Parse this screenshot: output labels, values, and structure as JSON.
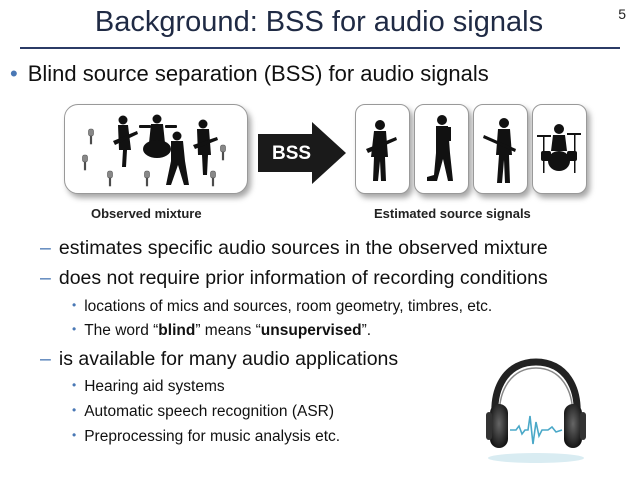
{
  "slide": {
    "title": "Background: BSS for audio signals",
    "number": "5"
  },
  "main_bullet": "Blind source separation (BSS) for audio signals",
  "figure": {
    "arrow_label": "BSS",
    "caption_left": "Observed mixture",
    "caption_right": "Estimated source signals",
    "accent_color": "#1a1a1a"
  },
  "dash_items": [
    "estimates specific audio sources in the observed mixture",
    "does not require prior information of recording conditions",
    "is available for many audio applications"
  ],
  "sub_items_recording": [
    "locations of mics and sources, room geometry, timbres, etc."
  ],
  "blind_note": {
    "prefix": "The word “",
    "word1": "blind",
    "middle": "” means “",
    "word2": "unsupervised",
    "suffix": "”."
  },
  "sub_items_apps": [
    "Hearing aid systems",
    "Automatic speech recognition (ASR)",
    "Preprocessing for music analysis etc."
  ],
  "colors": {
    "title": "#1f2a44",
    "bullet": "#4a78b5",
    "rule": "#2b3b66",
    "wave": "#4aa8c8"
  }
}
